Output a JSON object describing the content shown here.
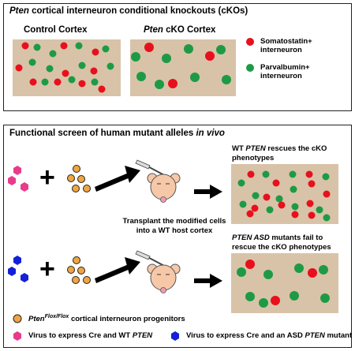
{
  "top_panel": {
    "title_italic": "Pten",
    "title_rest": " cortical interneuron conditional knockouts (cKOs)",
    "control_label": "Control Cortex",
    "cko_label_italic": "Pten",
    "cko_label_rest": " cKO Cortex",
    "legend": {
      "somatostatin_line1": "Somatostatin+",
      "somatostatin_line2": "interneuron",
      "parvalbumin_line1": "Parvalbumin+",
      "parvalbumin_line2": "interneuron"
    }
  },
  "bottom_panel": {
    "title_rest": "Functional screen of human mutant alleles ",
    "title_italic": "in vivo",
    "wt_caption_prefix": "WT ",
    "wt_caption_italic": "PTEN",
    "wt_caption_rest": " rescues the cKO",
    "wt_caption_line2": "phenotypes",
    "transplant_line1": "Transplant the modified cells",
    "transplant_line2": "into a WT host cortex",
    "asd_caption_italic": "PTEN ASD",
    "asd_caption_rest": " mutants fail to",
    "asd_caption_line2": "rescue the cKO phenotypes",
    "progenitor_italic": "Pten",
    "progenitor_sup": "Flox/Flox",
    "progenitor_rest": " cortical interneuron progenitors",
    "virus_wt_prefix": "Virus to express Cre and WT ",
    "virus_wt_italic": "PTEN",
    "virus_asd_prefix": "Virus to express Cre and an ASD ",
    "virus_asd_italic": "PTEN",
    "virus_asd_rest": " mutant",
    "plus_sign": "+"
  },
  "colors": {
    "somatostatin": "#e8101c",
    "parvalbumin": "#1e9a45",
    "cortex_tissue": "#d8c3a8",
    "progenitor": "#f0a542",
    "virus_wt": "#e83c8a",
    "virus_asd": "#1420d8"
  }
}
